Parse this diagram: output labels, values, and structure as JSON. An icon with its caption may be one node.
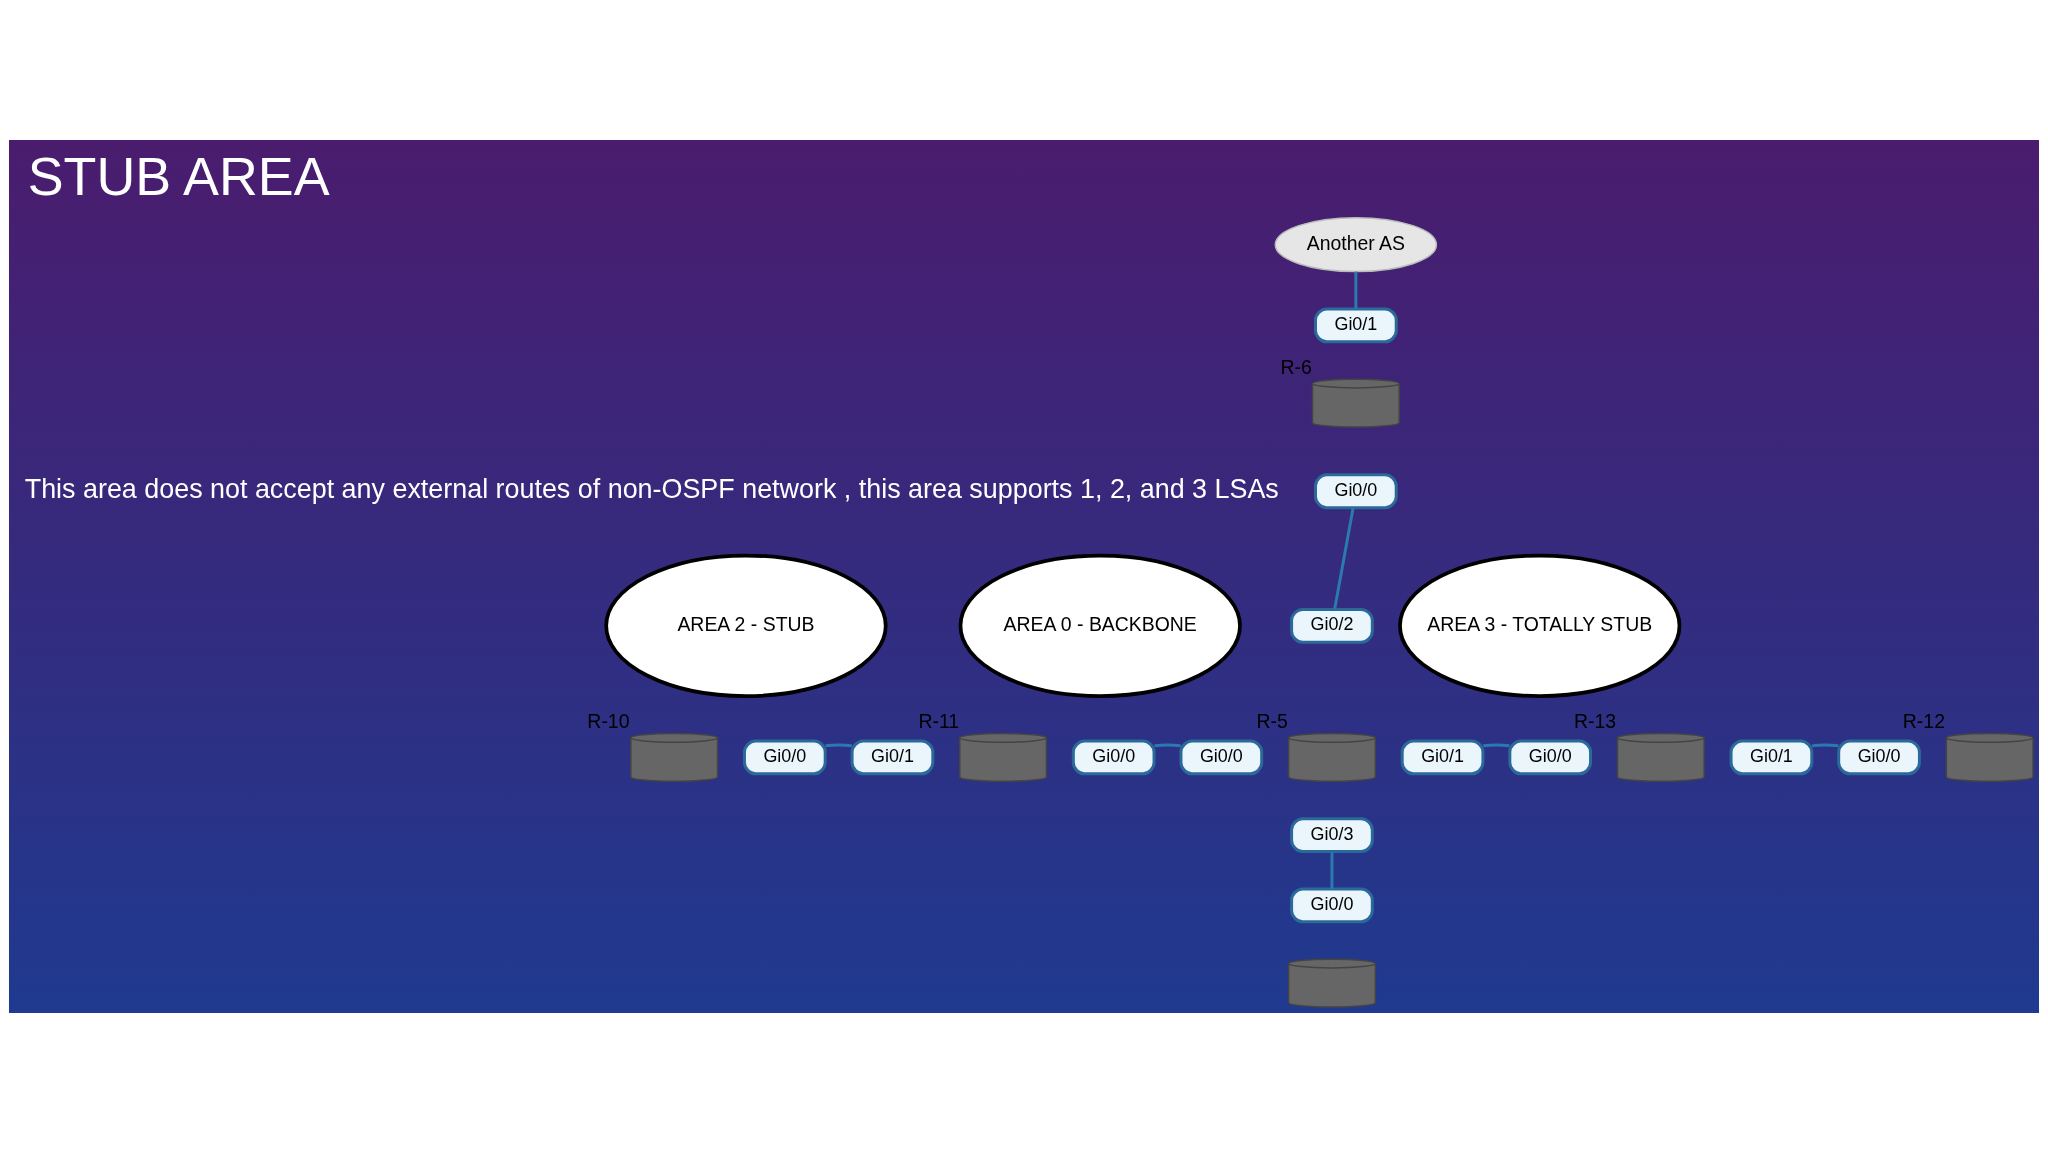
{
  "diagram": {
    "title": "STUB AREA",
    "nodes": [
      {
        "text": [
          "Another AS"
        ]
      },
      {
        "text": [
          "Gi0/1"
        ]
      },
      {
        "text": [],
        "shape": "picture",
        "beside": [
          "R-6"
        ]
      },
      {
        "text": [
          "Gi0/0"
        ]
      },
      {
        "text": [
          "Gi0/2"
        ]
      },
      {
        "text": [
          "AREA 2 - STUB"
        ]
      },
      {
        "text": [
          "AREA 0 - BACKBONE"
        ]
      },
      {
        "text": [
          "AREA 3 - TOTALLY STUB"
        ]
      },
      {
        "text": [],
        "shape": "picture",
        "beside": [
          "R-10"
        ]
      },
      {
        "text": [
          "Gi0/0"
        ]
      },
      {
        "text": [
          "Gi0/1"
        ]
      },
      {
        "text": [],
        "shape": "picture",
        "beside": [
          "R-11"
        ]
      },
      {
        "text": [
          "Gi0/0"
        ]
      },
      {
        "text": [
          "Gi0/0"
        ]
      },
      {
        "text": [],
        "shape": "picture",
        "beside": [
          "R-5"
        ]
      },
      {
        "text": [
          "Gi0/1"
        ]
      },
      {
        "text": [
          "Gi0/0"
        ]
      },
      {
        "text": [],
        "shape": "picture",
        "beside": [
          "R-13"
        ]
      },
      {
        "text": [
          "Gi0/1"
        ]
      },
      {
        "text": [
          "Gi0/0"
        ]
      },
      {
        "text": [],
        "shape": "picture",
        "beside": [
          "R-12"
        ]
      },
      {
        "text": [
          "Gi0/3"
        ]
      },
      {
        "text": [
          "Gi0/0"
        ]
      },
      {
        "text": [],
        "shape": "picture"
      }
    ],
    "edges": [
      {
        "from": 0,
        "to": 1,
        "arrow": "none"
      },
      {
        "from": 3,
        "to": 4,
        "arrow": "none"
      },
      {
        "from": 9,
        "to": 10,
        "arrow": "none"
      },
      {
        "from": 12,
        "to": 13,
        "arrow": "none"
      },
      {
        "from": 15,
        "to": 16,
        "arrow": "none"
      },
      {
        "from": 18,
        "to": 19,
        "arrow": "none"
      },
      {
        "from": 21,
        "to": 22,
        "arrow": "none"
      }
    ],
    "labels": [
      "This area does not accept any external routes of non-OSPF network , this area supports 1, 2, and 3 LSAs"
    ]
  }
}
